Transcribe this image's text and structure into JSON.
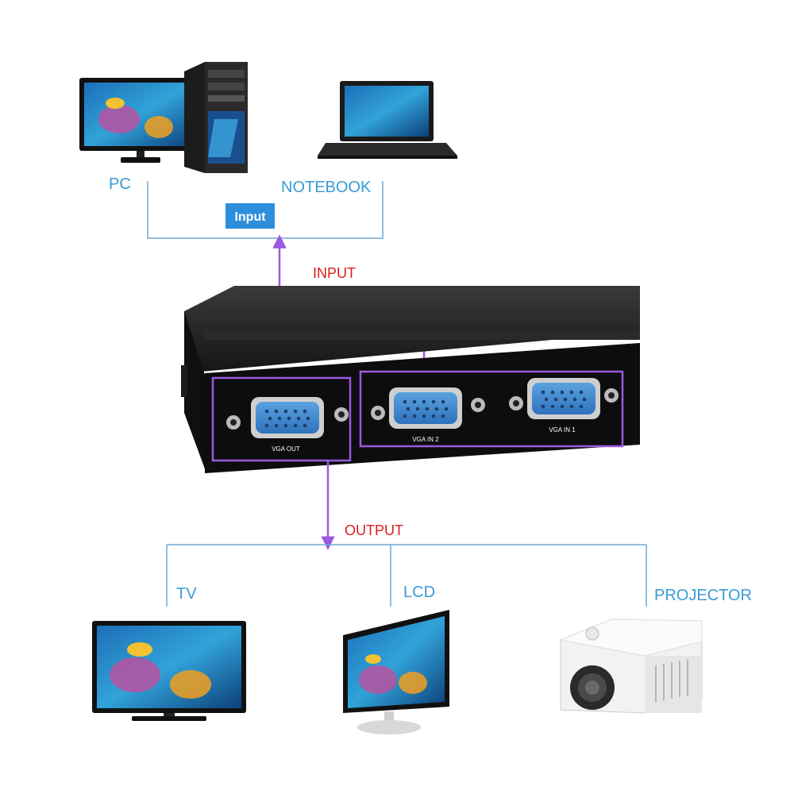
{
  "sources": {
    "pc_label": "PC",
    "notebook_label": "NOTEBOOK",
    "input_badge": "Input"
  },
  "flow": {
    "input_label": "INPUT",
    "output_label": "OUTPUT"
  },
  "switch": {
    "port_out": "VGA OUT",
    "port_in2": "VGA IN 2",
    "port_in1": "VGA IN 1"
  },
  "outputs": {
    "tv_label": "TV",
    "lcd_label": "LCD",
    "projector_label": "PROJECTOR"
  },
  "colors": {
    "label_blue": "#3a9bd5",
    "label_red": "#e01b1b",
    "connector_blue": "#4a90c8",
    "highlight_purple": "#9b59e0",
    "badge_blue": "#2d8fdc"
  }
}
